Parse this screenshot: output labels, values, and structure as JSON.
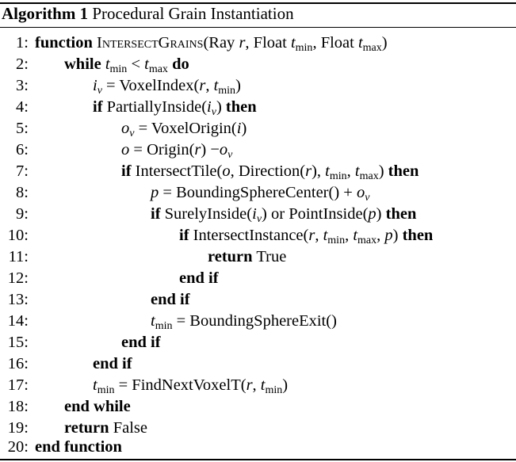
{
  "caption": {
    "label": "Algorithm 1",
    "title": "Procedural Grain Instantiation"
  },
  "lines": [
    {
      "n": "1:",
      "text": "function IntersectGrains(Ray r, Float tmin, Float tmax)"
    },
    {
      "n": "2:",
      "text": "while tmin < tmax do"
    },
    {
      "n": "3:",
      "text": "iv = VoxelIndex(r, tmin)"
    },
    {
      "n": "4:",
      "text": "if PartiallyInside(iv) then"
    },
    {
      "n": "5:",
      "text": "ov = VoxelOrigin(i)"
    },
    {
      "n": "6:",
      "text": "o = Origin(r) −ov"
    },
    {
      "n": "7:",
      "text": "if IntersectTile(o, Direction(r), tmin, tmax) then"
    },
    {
      "n": "8:",
      "text": "p = BoundingSphereCenter() + ov"
    },
    {
      "n": "9:",
      "text": "if SurelyInside(iv) or PointInside(p) then"
    },
    {
      "n": "10:",
      "text": "if IntersectInstance(r, tmin, tmax, p) then"
    },
    {
      "n": "11:",
      "text": "return True"
    },
    {
      "n": "12:",
      "text": "end if"
    },
    {
      "n": "13:",
      "text": "end if"
    },
    {
      "n": "14:",
      "text": "tmin = BoundingSphereExit()"
    },
    {
      "n": "15:",
      "text": "end if"
    },
    {
      "n": "16:",
      "text": "end if"
    },
    {
      "n": "17:",
      "text": "tmin = FindNextVoxelT(r, tmin)"
    },
    {
      "n": "18:",
      "text": "end while"
    },
    {
      "n": "19:",
      "text": "return False"
    },
    {
      "n": "20:",
      "text": "end function"
    }
  ],
  "tokens": {
    "function": "function",
    "intersect_grains": "IntersectGrains",
    "ray": "Ray",
    "float": "Float",
    "r": "r",
    "t": "t",
    "min": "min",
    "max": "max",
    "while": "while",
    "do": "do",
    "lt": "<",
    "i": "i",
    "v": "v",
    "eq": "=",
    "voxel_index": "VoxelIndex",
    "if": "if",
    "then": "then",
    "partially_inside": "PartiallyInside",
    "o": "o",
    "voxel_origin": "VoxelOrigin",
    "origin": "Origin",
    "minus": "−",
    "intersect_tile": "IntersectTile",
    "direction": "Direction",
    "p": "p",
    "bounding_sphere_center": "BoundingSphereCenter()",
    "plus": "+",
    "surely_inside": "SurelyInside",
    "or": "or",
    "point_inside": "PointInside",
    "intersect_instance": "IntersectInstance",
    "return": "return",
    "true": "True",
    "false": "False",
    "end": "end",
    "bounding_sphere_exit": "BoundingSphereExit()",
    "find_next_voxel_t": "FindNextVoxelT"
  }
}
